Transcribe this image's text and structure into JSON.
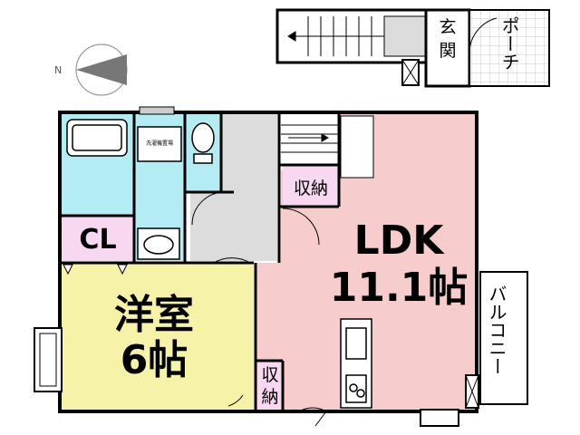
{
  "colors": {
    "ldk": "#f6cccc",
    "yoshitsu": "#f6f3a8",
    "wet": "#b4ecf4",
    "closet": "#f7d8f0",
    "hall": "#dcdcdc",
    "white": "#ffffff",
    "wall": "#000000",
    "grid": "#c8c8c8",
    "compass": "#777777"
  },
  "compass": {
    "label": "N",
    "icon": "compass-arrow-icon"
  },
  "rooms": {
    "ldk": {
      "name": "LDK",
      "size": "11.1帖"
    },
    "yoshitsu": {
      "name": "洋室",
      "size": "6帖"
    },
    "cl": {
      "name": "CL"
    },
    "storage_upper": {
      "name": "収納"
    },
    "storage_lower": {
      "name": "収",
      "name2": "納"
    },
    "entrance": {
      "name": "玄関"
    },
    "porch": {
      "name": "ポーチ"
    },
    "balcony": {
      "name": "バルコニー"
    },
    "laundry": {
      "name": "洗濯機置場"
    }
  },
  "fixtures": [
    "bathtub-icon",
    "toilet-icon",
    "washbasin-icon",
    "kitchen-sink-icon",
    "stove-icon",
    "stairs-icon"
  ]
}
